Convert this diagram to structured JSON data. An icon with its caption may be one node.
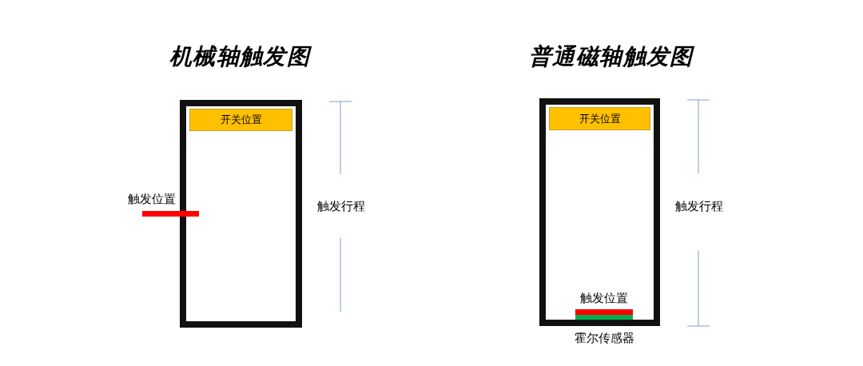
{
  "diagram": {
    "nodes": [
      {
        "text": [],
        "shape": "box"
      },
      {
        "text": [
          "开关位置"
        ],
        "in": 0
      },
      {
        "text": [],
        "shape": "bar",
        "beside": [
          "触发位置"
        ]
      },
      {
        "text": [],
        "shape": "box"
      },
      {
        "text": [
          "开关位置"
        ],
        "in": 3
      },
      {
        "text": [],
        "shape": "bar",
        "in": 3,
        "beside": [
          "触发位置"
        ]
      },
      {
        "text": [],
        "shape": "bar",
        "in": 3,
        "beside": [
          "霍尔传感器"
        ]
      }
    ],
    "edges": [],
    "labels": [
      "机械轴触发图",
      "普通磁轴触发图",
      "触发行程",
      "触发行程"
    ]
  }
}
